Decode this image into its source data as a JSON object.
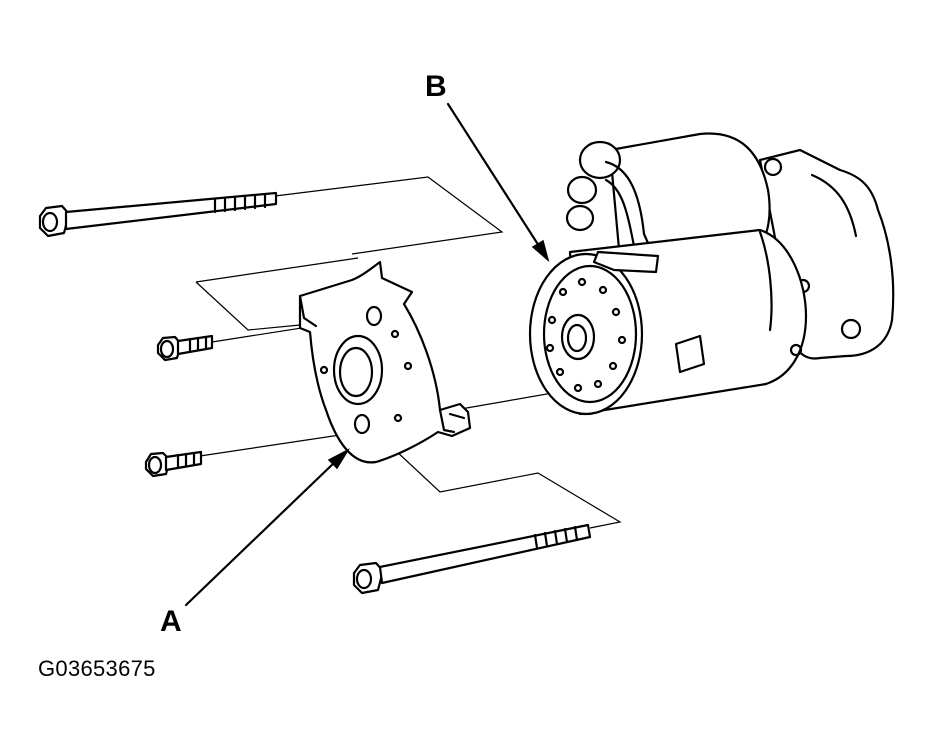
{
  "callouts": {
    "a": "A",
    "b": "B"
  },
  "figure_id": "G03653675",
  "parts": {
    "bracket": "A",
    "starter_motor": "B"
  }
}
